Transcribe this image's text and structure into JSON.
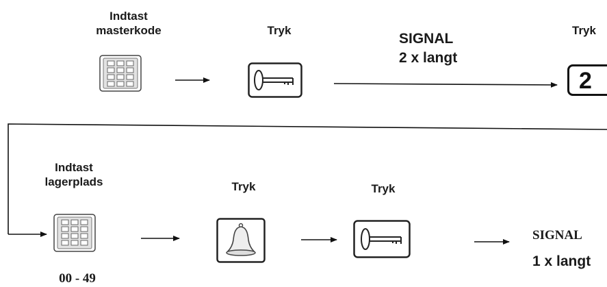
{
  "steps_row1": {
    "enter_master_label": "Indtast\nmasterkode",
    "press_key_label": "Tryk",
    "signal_line1": "SIGNAL",
    "signal_line2": "2 x langt",
    "press_two_label": "Tryk",
    "two_button_text": "2"
  },
  "steps_row2": {
    "enter_storage_label": "Indtast\nlagerplads",
    "storage_range": "00 - 49",
    "press_bell_label": "Tryk",
    "press_key_label": "Tryk",
    "signal_line1": "SIGNAL",
    "signal_line2": "1 x langt"
  },
  "icons": [
    "keypad-icon",
    "key-icon",
    "bell-icon",
    "digit-button-icon",
    "arrow-icon"
  ]
}
